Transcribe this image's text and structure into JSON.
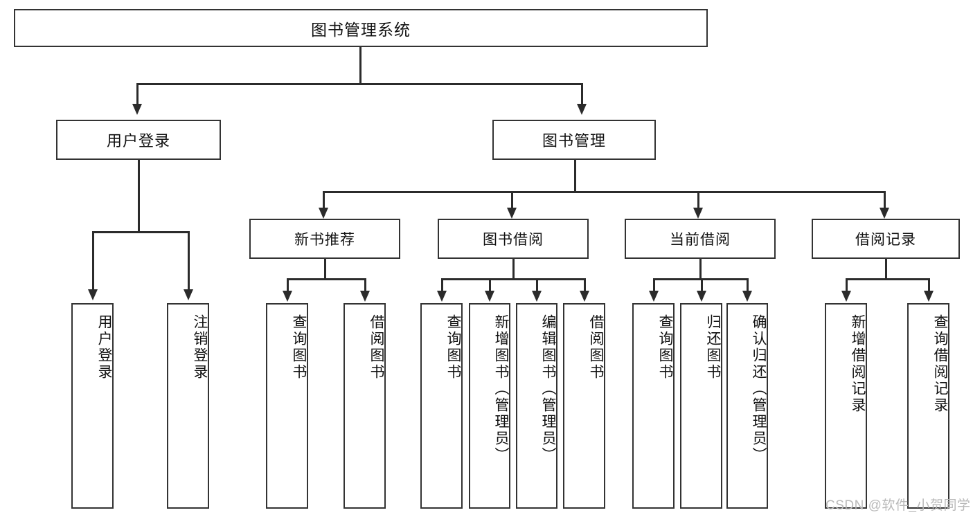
{
  "diagram": {
    "title": "图书管理系统",
    "type": "tree-hierarchy-diagram",
    "root": {
      "id": "root",
      "label": "图书管理系统"
    },
    "level1": [
      {
        "id": "user-login",
        "label": "用户登录"
      },
      {
        "id": "book-manage",
        "label": "图书管理"
      }
    ],
    "level2": [
      {
        "id": "new-book-recommend",
        "label": "新书推荐",
        "parent": "book-manage"
      },
      {
        "id": "book-borrow",
        "label": "图书借阅",
        "parent": "book-manage"
      },
      {
        "id": "current-borrow",
        "label": "当前借阅",
        "parent": "book-manage"
      },
      {
        "id": "borrow-record",
        "label": "借阅记录",
        "parent": "book-manage"
      }
    ],
    "leaves": [
      {
        "id": "leaf-user-login",
        "label": "用户登录",
        "parent": "user-login"
      },
      {
        "id": "leaf-logout",
        "label": "注销登录",
        "parent": "user-login"
      },
      {
        "id": "leaf-query-book-1",
        "label": "查询图书",
        "parent": "new-book-recommend"
      },
      {
        "id": "leaf-borrow-book-1",
        "label": "借阅图书",
        "parent": "new-book-recommend"
      },
      {
        "id": "leaf-query-book-2",
        "label": "查询图书",
        "parent": "book-borrow"
      },
      {
        "id": "leaf-add-book",
        "label": "新增图书（管理员）",
        "parent": "book-borrow"
      },
      {
        "id": "leaf-edit-book",
        "label": "编辑图书（管理员）",
        "parent": "book-borrow"
      },
      {
        "id": "leaf-borrow-book-2",
        "label": "借阅图书",
        "parent": "book-borrow"
      },
      {
        "id": "leaf-query-book-3",
        "label": "查询图书",
        "parent": "current-borrow"
      },
      {
        "id": "leaf-return-book",
        "label": "归还图书",
        "parent": "current-borrow"
      },
      {
        "id": "leaf-confirm-return",
        "label": "确认归还（管理员）",
        "parent": "current-borrow"
      },
      {
        "id": "leaf-add-record",
        "label": "新增借阅记录",
        "parent": "borrow-record"
      },
      {
        "id": "leaf-query-record",
        "label": "查询借阅记录",
        "parent": "borrow-record"
      }
    ]
  },
  "watermark": {
    "text": "CSDN @软件_小贺同学"
  },
  "colors": {
    "box_border": "#333333",
    "connector": "#2b2b2b",
    "text": "#111111",
    "background": "#ffffff",
    "watermark": "#b9b9b9"
  }
}
